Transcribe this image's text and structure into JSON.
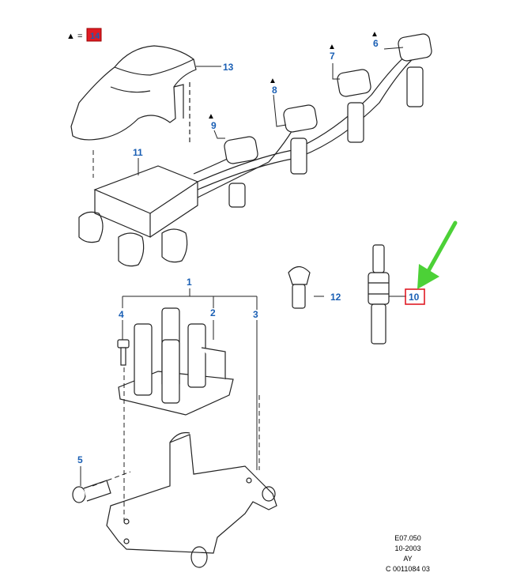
{
  "legend": {
    "marker": "▲",
    "equals": "=",
    "value": "14"
  },
  "callouts": [
    {
      "id": "1",
      "label": "1"
    },
    {
      "id": "2",
      "label": "2"
    },
    {
      "id": "3",
      "label": "3"
    },
    {
      "id": "4",
      "label": "4"
    },
    {
      "id": "5",
      "label": "5"
    },
    {
      "id": "6",
      "label": "6"
    },
    {
      "id": "7",
      "label": "7"
    },
    {
      "id": "8",
      "label": "8"
    },
    {
      "id": "9",
      "label": "9"
    },
    {
      "id": "10",
      "label": "10"
    },
    {
      "id": "11",
      "label": "11"
    },
    {
      "id": "12",
      "label": "12"
    },
    {
      "id": "13",
      "label": "13"
    }
  ],
  "highlight": {
    "label": "10",
    "box_color": "#e01b24",
    "arrow_color": "#4cd137"
  },
  "colors": {
    "callout": "#1a5fb4",
    "line": "#222222"
  },
  "footer": {
    "line1": "E07.050",
    "line2": "10-2003",
    "line3": "AY",
    "line4": "C 0011084 03"
  }
}
